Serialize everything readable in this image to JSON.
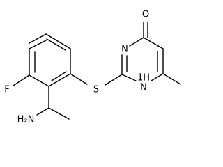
{
  "molecule": {
    "atoms": {
      "oxygen": "O",
      "nitrogen_ring": "N",
      "nitrogen_h": "1H\nN",
      "sulfur": "S",
      "fluorine": "F",
      "amine": "H₂N"
    }
  }
}
